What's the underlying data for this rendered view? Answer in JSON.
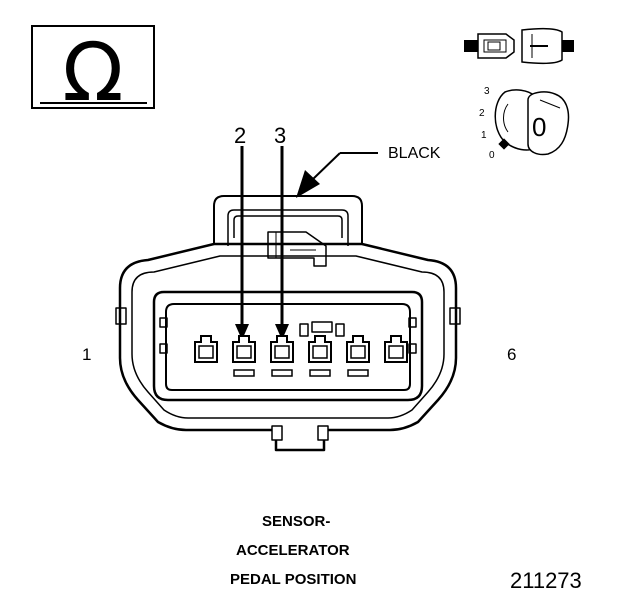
{
  "symbol": {
    "glyph": "Ω",
    "name": "ohm-meter-icon"
  },
  "key_switch": {
    "key_label": "0",
    "positions": [
      "3",
      "2",
      "1",
      "0"
    ]
  },
  "wire_color": "BLACK",
  "pins_called_out": [
    "2",
    "3"
  ],
  "connector": {
    "end_labels": {
      "left": "1",
      "right": "6"
    },
    "cavity_count": 6
  },
  "caption": {
    "lines": [
      "SENSOR-",
      "ACCELERATOR",
      "PEDAL POSITION"
    ]
  },
  "figure_number": "211273",
  "colors": {
    "ink": "#000000",
    "background": "#ffffff"
  }
}
